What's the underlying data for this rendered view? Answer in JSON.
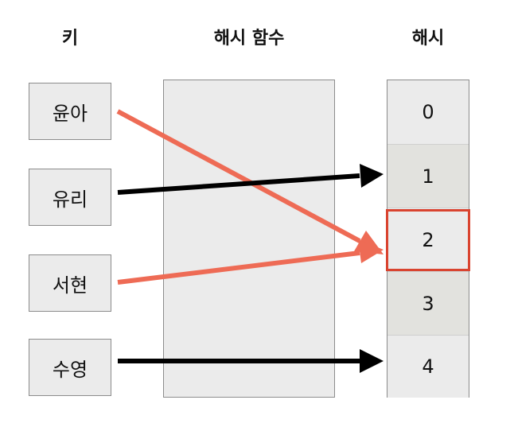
{
  "headers": {
    "key": "키",
    "hash_function": "해시 함수",
    "hash": "해시"
  },
  "keys": [
    "윤아",
    "유리",
    "서현",
    "수영"
  ],
  "slots": [
    "0",
    "1",
    "2",
    "3",
    "4"
  ],
  "mappings": [
    {
      "key": "윤아",
      "slot": "2",
      "color": "#ee6b55"
    },
    {
      "key": "유리",
      "slot": "1",
      "color": "#000000"
    },
    {
      "key": "서현",
      "slot": "2",
      "color": "#ee6b55"
    },
    {
      "key": "수영",
      "slot": "4",
      "color": "#000000"
    }
  ],
  "highlighted_slot": "2",
  "highlight_color": "#d9432f"
}
